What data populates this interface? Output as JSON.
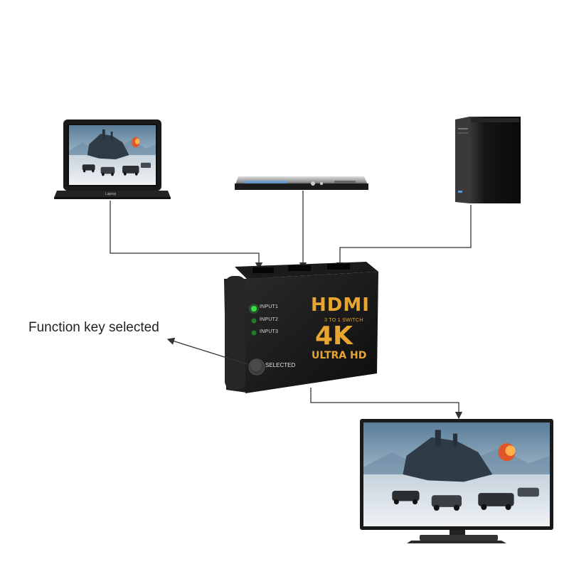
{
  "labels": {
    "function_key": "Function key selected"
  },
  "switch_box": {
    "inputs": [
      "INPUT1",
      "INPUT2",
      "INPUT3"
    ],
    "selected_label": "SELECTED",
    "logo": "HDMI",
    "subtitle": "3 TO 1 SWITCH",
    "resolution": "4K",
    "ultra_hd": "ULTRA HD",
    "active_input_index": 0
  },
  "devices": {
    "laptop_brand": "Laptop"
  },
  "colors": {
    "led_active": "#34e04a",
    "led_inactive": "#1f7a2a",
    "logo_gold": "#e8a530",
    "cable": "#333333"
  },
  "icons": [
    "laptop-icon",
    "dvd-player-icon",
    "desktop-tower-icon",
    "hdmi-switch-icon",
    "tv-monitor-icon"
  ]
}
